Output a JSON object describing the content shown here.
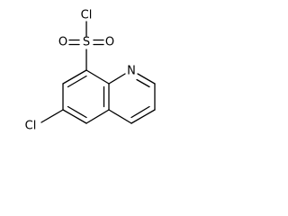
{
  "molecule": {
    "labels": {
      "cl_sulfonyl": "Cl",
      "sulfur": "S",
      "oxygen_left": "O",
      "oxygen_right": "O",
      "nitrogen": "N",
      "cl_ring": "Cl"
    }
  }
}
